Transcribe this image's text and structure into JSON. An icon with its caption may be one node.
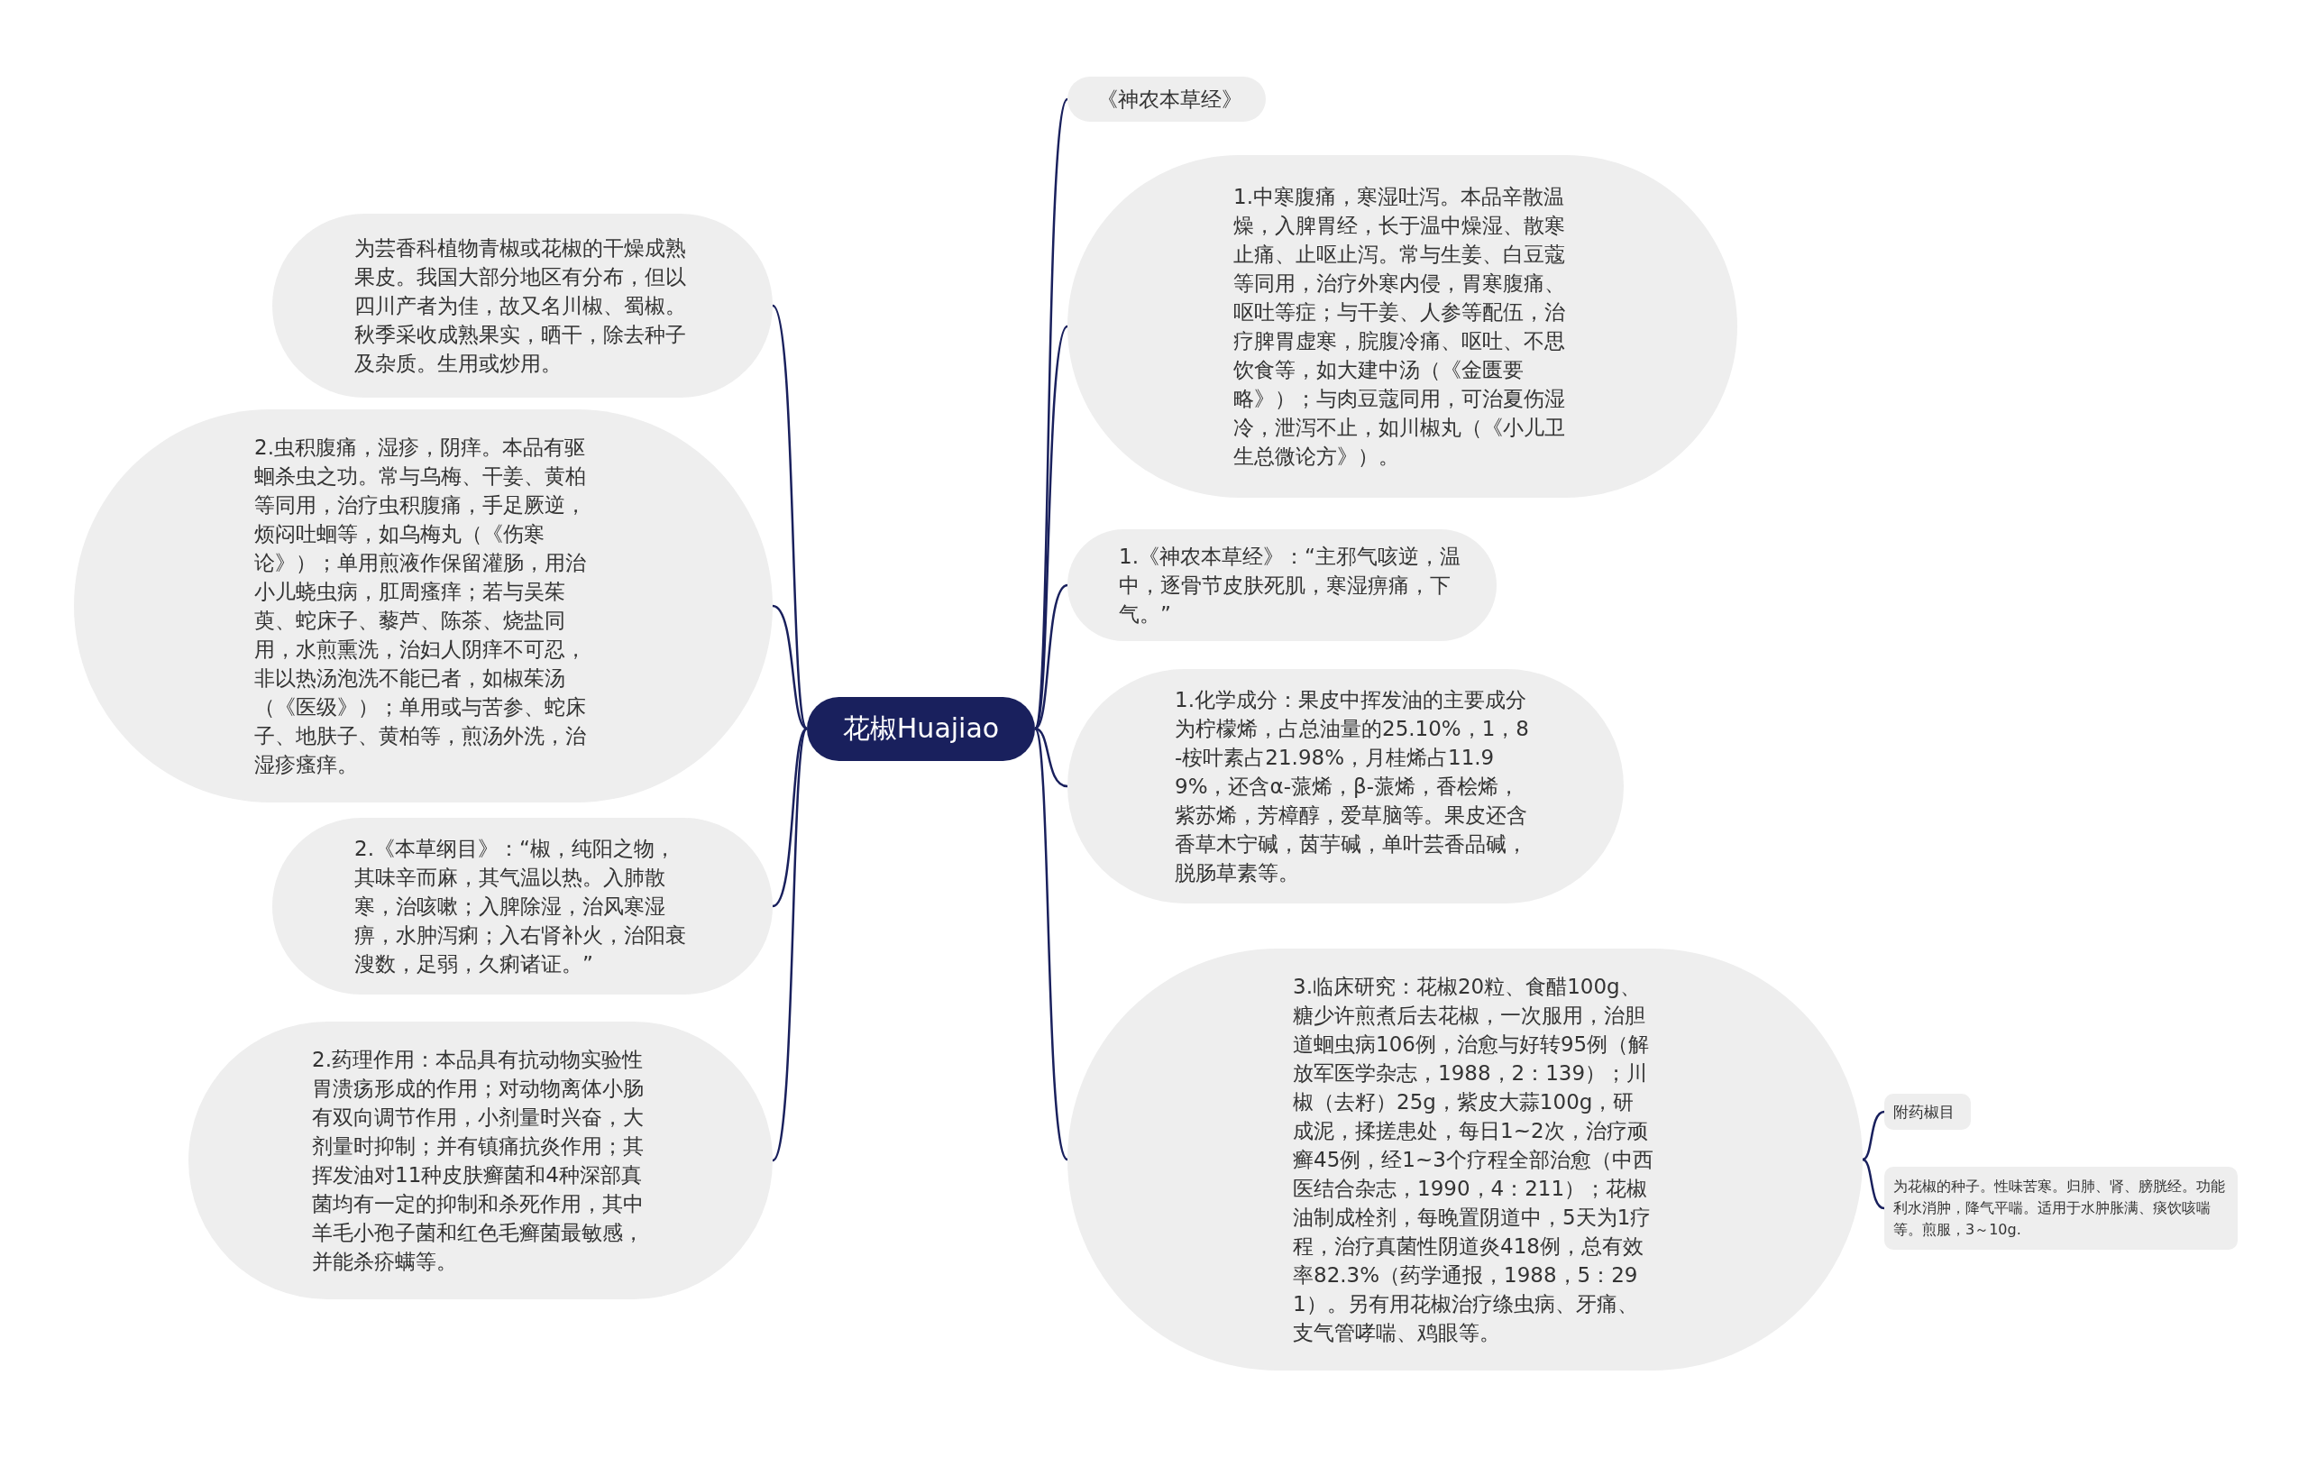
{
  "diagram": {
    "nodes": [
      {
        "text": [
          "花椒Huajiao"
        ]
      },
      {
        "text": [
          "《神农本草经》"
        ]
      },
      {
        "text": [
          "1.中寒腹痛，寒湿吐泻。本品辛散温燥，入脾胃经，长于温中燥湿、散寒止痛、止呕止泻。常与生姜、白豆蔻等同用，治疗外寒内侵，胃寒腹痛、呕吐等症；与干姜、人参等配伍，治疗脾胃虚寒，脘腹冷痛、呕吐、不思饮食等，如大建中汤（《金匮要略》）；与肉豆蔻同用，可治夏伤湿冷，泄泻不止，如川椒丸（《小儿卫生总微论方》）。"
        ]
      },
      {
        "text": [
          "1.《神农本草经》：“主邪气咳逆，温中，逐骨节皮肤死肌，寒湿痹痛，下气。”"
        ]
      },
      {
        "text": [
          "1.化学成分：果皮中挥发油的主要成分为柠檬烯，占总油量的25.10%，1，8-桉叶素占21.98%，月桂烯占11.99%，还含α-蒎烯，β-蒎烯，香桧烯，紫苏烯，芳樟醇，爱草脑等。果皮还含香草木宁碱，茵芋碱，单叶芸香品碱，脱肠草素等。"
        ]
      },
      {
        "text": [
          "3.临床研究：花椒20粒、食醋100g、糖少许煎煮后去花椒，一次服用，治胆道蛔虫病106例，治愈与好转95例（解放军医学杂志，1988，2：139）；川椒（去籽）25g，紫皮大蒜100g，研成泥，揉搓患处，每日1~2次，治疗顽癣45例，经1~3个疗程全部治愈（中西医结合杂志，1990，4：211）；花椒油制成栓剂，每晚置阴道中，5天为1疗程，治疗真菌性阴道炎418例，总有效率82.3%（药学通报，1988，5：291）。另有用花椒治疗绦虫病、牙痛、支气管哮喘、鸡眼等。"
        ]
      },
      {
        "text": [
          "附药椒目"
        ]
      },
      {
        "text": [
          "为花椒的种子。性味苦寒。归肺、肾、膀胱经。功能利水消肿，降气平喘。适用于水肿胀满、痰饮咳喘等。煎服，3～10g."
        ]
      },
      {
        "text": [
          "为芸香科植物青椒或花椒的干燥成熟果皮。我国大部分地区有分布，但以四川产者为佳，故又名川椒、蜀椒。秋季采收成熟果实，晒干，除去种子及杂质。生用或炒用。"
        ]
      },
      {
        "text": [
          "2.虫积腹痛，湿疹，阴痒。本品有驱蛔杀虫之功。常与乌梅、干姜、黄柏等同用，治疗虫积腹痛，手足厥逆，烦闷吐蛔等，如乌梅丸（《伤寒论》）；单用煎液作保留灌肠，用治小儿蛲虫病，肛周瘙痒；若与吴茱萸、蛇床子、藜芦、陈茶、烧盐同用，水煎熏洗，治妇人阴痒不可忍，非以热汤泡洗不能已者，如椒茱汤（《医级》）；单用或与苦参、蛇床子、地肤子、黄柏等，煎汤外洗，治湿疹瘙痒。"
        ]
      },
      {
        "text": [
          "2.《本草纲目》：“椒，纯阳之物，其味辛而麻，其气温以热。入肺散寒，治咳嗽；入脾除湿，治风寒湿痹，水肿泻痢；入右肾补火，治阳衰溲数，足弱，久痢诸证。”"
        ]
      },
      {
        "text": [
          "2.药理作用：本品具有抗动物实验性胃溃疡形成的作用；对动物离体小肠有双向调节作用，小剂量时兴奋，大剂量时抑制；并有镇痛抗炎作用；其挥发油对11种皮肤癣菌和4种深部真菌均有一定的抑制和杀死作用，其中羊毛小孢子菌和红色毛癣菌最敏感，并能杀疥螨等。"
        ]
      }
    ],
    "edges": [
      {
        "from": 0,
        "to": 1,
        "arrow": "none"
      },
      {
        "from": 0,
        "to": 2,
        "arrow": "none"
      },
      {
        "from": 0,
        "to": 3,
        "arrow": "none"
      },
      {
        "from": 0,
        "to": 4,
        "arrow": "none"
      },
      {
        "from": 0,
        "to": 5,
        "arrow": "none"
      },
      {
        "from": 5,
        "to": 6,
        "arrow": "none"
      },
      {
        "from": 5,
        "to": 7,
        "arrow": "none"
      },
      {
        "from": 0,
        "to": 8,
        "arrow": "none"
      },
      {
        "from": 0,
        "to": 9,
        "arrow": "none"
      },
      {
        "from": 0,
        "to": 10,
        "arrow": "none"
      },
      {
        "from": 0,
        "to": 11,
        "arrow": "none"
      }
    ]
  }
}
